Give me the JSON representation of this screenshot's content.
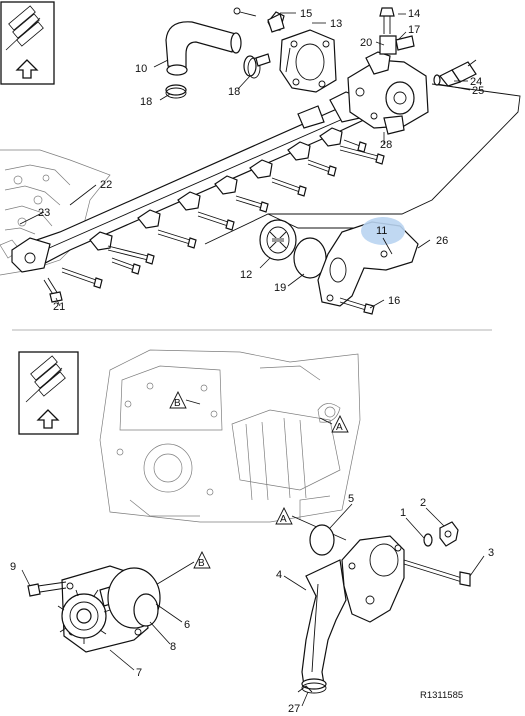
{
  "figure": {
    "reference_code": "R1311585",
    "colors": {
      "line": "#111111",
      "background": "#ffffff",
      "engine_ghost": "#7d7d7d",
      "highlight": "#b9d4f1",
      "divider": "#9a9a9a"
    },
    "upper_panel": {
      "orientation_icon": "engine-orientation-arrow-icon",
      "highlighted_callout": "11",
      "callouts": [
        "15",
        "13",
        "14",
        "17",
        "20",
        "10",
        "24",
        "25",
        "18",
        "18",
        "28",
        "22",
        "23",
        "11",
        "26",
        "12",
        "19",
        "16",
        "21"
      ]
    },
    "lower_panel": {
      "orientation_icon": "engine-orientation-arrow-icon",
      "view_markers": [
        "B",
        "A",
        "A",
        "B"
      ],
      "callouts": [
        "5",
        "2",
        "1",
        "3",
        "9",
        "6",
        "8",
        "7",
        "4",
        "27"
      ]
    }
  }
}
